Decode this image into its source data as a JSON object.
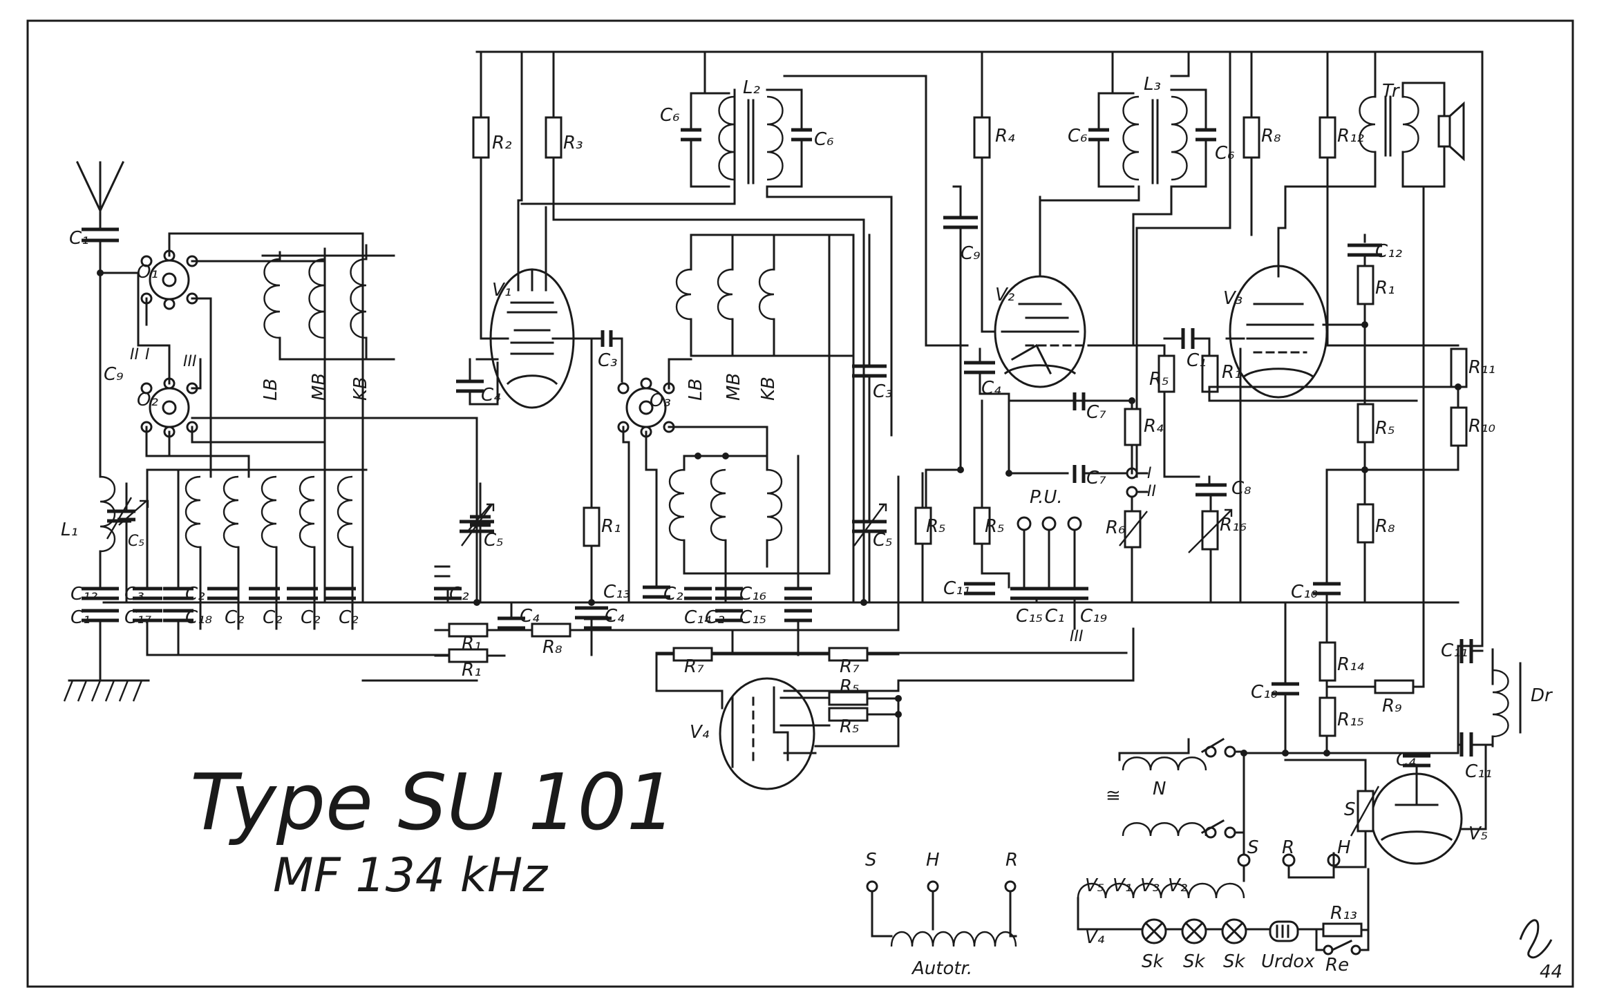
{
  "title": "Type SU 101",
  "subtitle": "MF 134 kHz",
  "signature": "44",
  "tubes": {
    "v1": "V₁",
    "v2": "V₂",
    "v3": "V₃",
    "v4": "V₄",
    "v5": "V₅"
  },
  "coils": {
    "l1": "L₁",
    "l2": "L₂",
    "l3": "L₃",
    "tr": "Tr",
    "dr": "Dr"
  },
  "band_labels": {
    "lb": "LB",
    "mb": "MB",
    "kb": "KB"
  },
  "switches": {
    "o1": "O₁",
    "o2": "O₂",
    "o3": "O₃",
    "pos_1": "I",
    "pos_2": "II",
    "pos_3": "III"
  },
  "resistors": {
    "r1": "R₁",
    "r2": "R₂",
    "r3": "R₃",
    "r4": "R₄",
    "r5": "R₅",
    "r6": "R₆",
    "r7": "R₇",
    "r8": "R₈",
    "r9": "R₉",
    "r10": "R₁₀",
    "r11": "R₁₁",
    "r12": "R₁₂",
    "r13": "R₁₃",
    "r14": "R₁₄",
    "r15": "R₁₅",
    "r16": "R₁₆"
  },
  "capacitors": {
    "c1": "C₁",
    "c2": "C₂",
    "c3": "C₃",
    "c4": "C₄",
    "c5": "C₅",
    "c6": "C₆",
    "c7": "C₇",
    "c8": "C₈",
    "c9": "C₉",
    "c10": "C₁₀",
    "c11": "C₁₁",
    "c12": "C₁₂",
    "c13": "C₁₃",
    "c14": "C₁₄",
    "c15": "C₁₅",
    "c16": "C₁₆",
    "c17": "C₁₇",
    "c18": "C₁₈",
    "c19": "C₁₉"
  },
  "pickup": "P.U.",
  "supply": {
    "ac_symbol": "≅",
    "n": "N",
    "s": "S",
    "h": "H",
    "r": "R",
    "re": "Re"
  },
  "autotransformer": {
    "s": "S",
    "h": "H",
    "r": "R",
    "label": "Autotr."
  },
  "heater_chain": {
    "upper": [
      "V₅",
      "V₁",
      "V₃",
      "V₂"
    ],
    "lower_tube": "V₄",
    "sk": "Sk",
    "urdox": "Urdox"
  }
}
